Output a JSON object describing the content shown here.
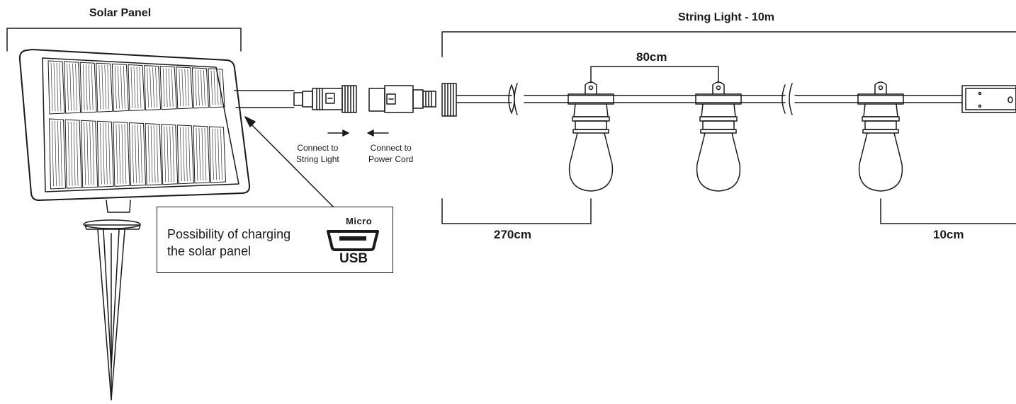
{
  "labels": {
    "solar_panel": "Solar Panel",
    "string_light": "String Light - 10m",
    "bulb_spacing": "80cm",
    "lead_length": "270cm",
    "tail_length": "10cm",
    "connect_string_line1": "Connect to",
    "connect_string_line2": "String Light",
    "connect_power_line1": "Connect to",
    "connect_power_line2": "Power Cord"
  },
  "usb_box": {
    "text_line1": "Possibility of charging",
    "text_line2": "the solar panel",
    "micro": "Micro",
    "usb": "USB"
  },
  "colors": {
    "stroke": "#1a1a1a",
    "background": "#ffffff"
  }
}
